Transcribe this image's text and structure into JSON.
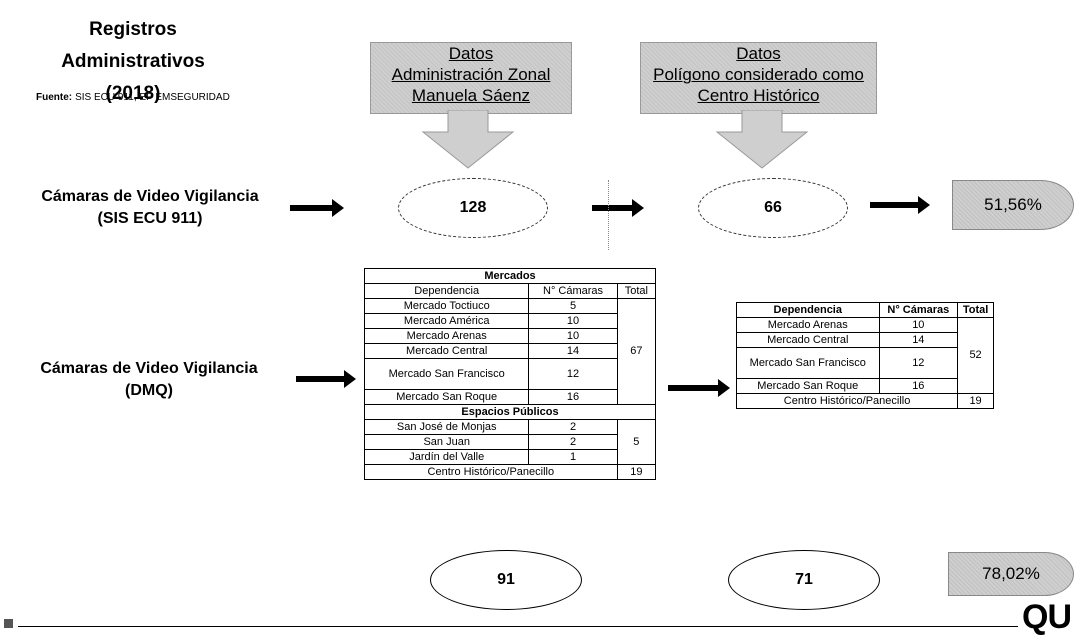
{
  "title": {
    "line1": "Registros Administrativos",
    "line2": "(2018)"
  },
  "source": {
    "label": "Fuente:",
    "text": "SIS ECU 911, EP EMSEGURIDAD"
  },
  "headers": [
    {
      "lines": [
        "Datos",
        "Administración Zonal",
        "Manuela Sáenz"
      ]
    },
    {
      "lines": [
        "Datos",
        "Polígono considerado como",
        "Centro Histórico"
      ]
    }
  ],
  "row1": {
    "label_line1": "Cámaras de Video Vigilancia",
    "label_line2": "(SIS ECU 911)",
    "value_zonal": "128",
    "value_historic": "66",
    "percent": "51,56%"
  },
  "row2": {
    "label_line1": "Cámaras de Video Vigilancia",
    "label_line2": "(DMQ)",
    "value_zonal": "91",
    "value_historic": "71",
    "percent": "78,02%"
  },
  "table_left": {
    "title": "Mercados",
    "headers": [
      "Dependencia",
      "N° Cámaras",
      "Total"
    ],
    "mercados": [
      {
        "name": "Mercado Toctiuco",
        "count": "5"
      },
      {
        "name": "Mercado América",
        "count": "10"
      },
      {
        "name": "Mercado Arenas",
        "count": "10"
      },
      {
        "name": "Mercado Central",
        "count": "14"
      },
      {
        "name": "Mercado San Francisco",
        "count": "12"
      },
      {
        "name": "Mercado San Roque",
        "count": "16"
      }
    ],
    "mercados_total": "67",
    "espacios_title": "Espacios Públicos",
    "espacios": [
      {
        "name": "San José de Monjas",
        "count": "2"
      },
      {
        "name": "San Juan",
        "count": "2"
      },
      {
        "name": "Jardín del Valle",
        "count": "1"
      }
    ],
    "espacios_total": "5",
    "centro": {
      "name": "Centro Histórico/Panecillo",
      "total": "19"
    }
  },
  "table_right": {
    "headers": [
      "Dependencia",
      "N° Cámaras",
      "Total"
    ],
    "mercados": [
      {
        "name": "Mercado Arenas",
        "count": "10"
      },
      {
        "name": "Mercado Central",
        "count": "14"
      },
      {
        "name": "Mercado San Francisco",
        "count": "12"
      },
      {
        "name": "Mercado San Roque",
        "count": "16"
      }
    ],
    "mercados_total": "52",
    "centro": {
      "name": "Centro Histórico/Panecillo",
      "total": "19"
    }
  },
  "logo": "QU"
}
